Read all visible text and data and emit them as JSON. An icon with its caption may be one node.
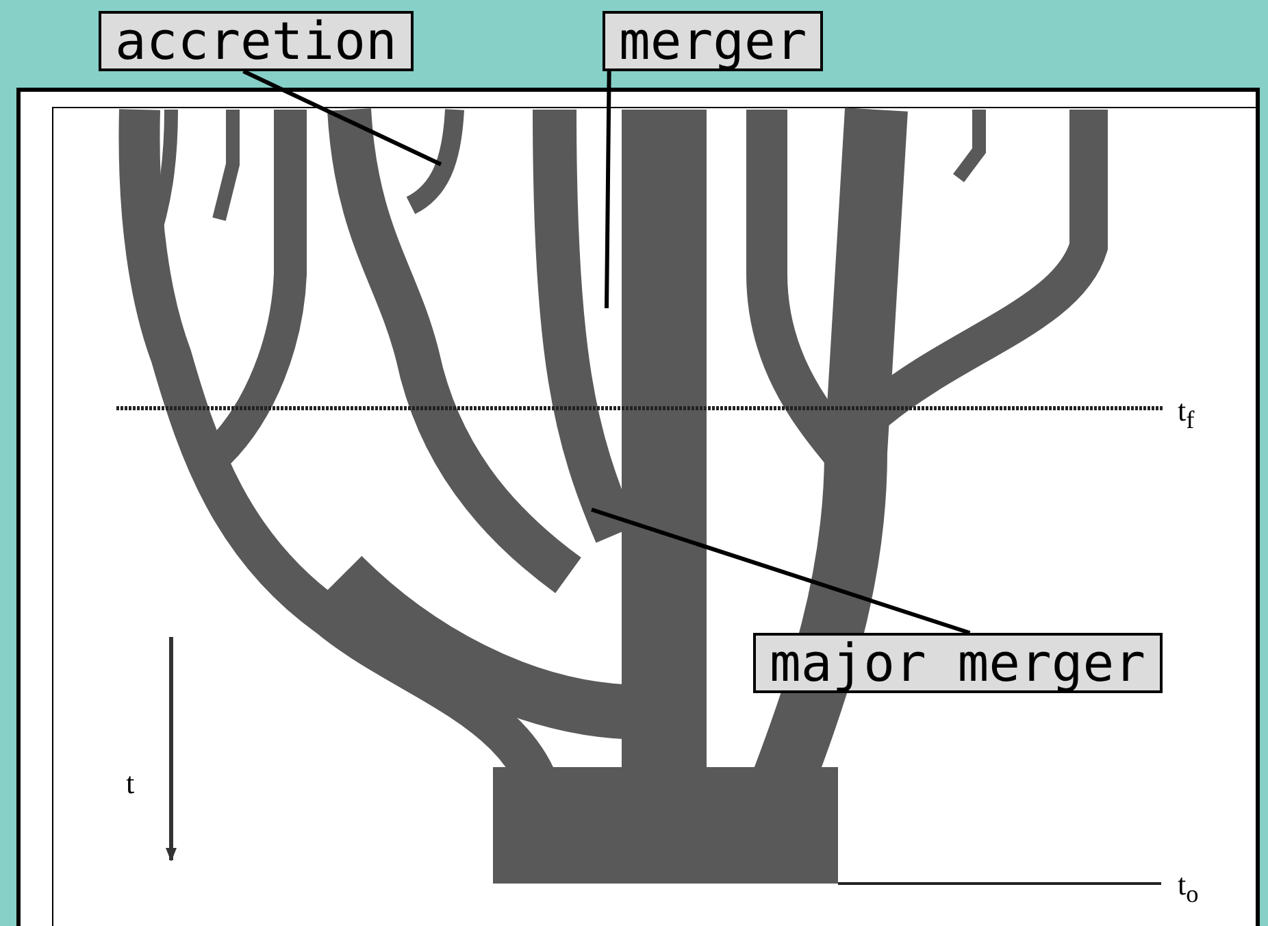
{
  "diagram": {
    "nodes": [
      {
        "text": [
          "accretion"
        ]
      },
      {
        "text": [
          "merger"
        ]
      },
      {
        "text": [
          "major merger"
        ]
      }
    ],
    "edges": [
      {
        "from": 0,
        "to": null,
        "arrow": "none"
      },
      {
        "from": 1,
        "to": null,
        "arrow": "none"
      },
      {
        "from": 2,
        "to": null,
        "arrow": "none"
      }
    ],
    "labels": [
      "t$_{f}$",
      "t$_{o}$",
      "t"
    ]
  }
}
